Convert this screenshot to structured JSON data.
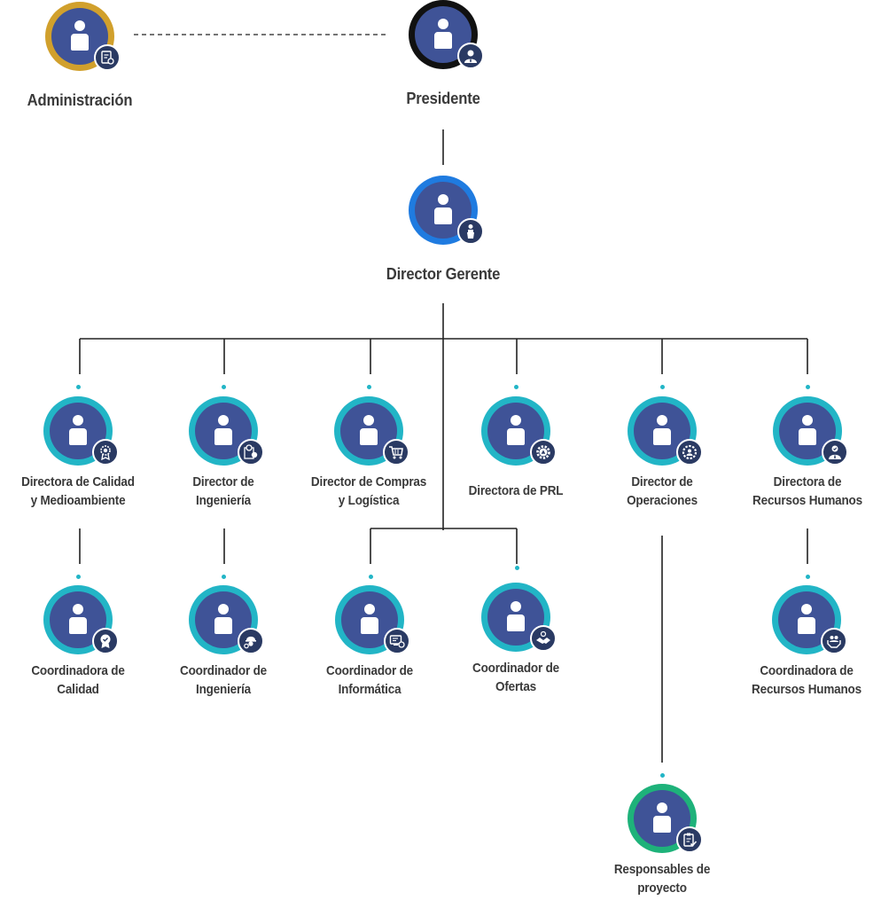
{
  "diagram": {
    "colors": {
      "gold": "#d1a02c",
      "black": "#111111",
      "blue": "#1f7be0",
      "teal": "#22b5c6",
      "green": "#1eb27a",
      "disc": "#3f5397",
      "badge": "#2a3a63"
    },
    "nodes": {
      "administracion": {
        "label": "Administración",
        "icon": "checklist-gear-icon"
      },
      "presidente": {
        "label": "Presidente",
        "icon": "businessman-icon"
      },
      "director_gerente": {
        "label": "Director Gerente",
        "icon": "podium-speaker-icon"
      },
      "dir_calidad": {
        "label": "Directora de Calidad\ny Medioambiente",
        "icon": "award-gear-icon"
      },
      "dir_ingenieria": {
        "label": "Director de\nIngeniería",
        "icon": "engineering-document-icon"
      },
      "dir_compras": {
        "label": "Director de Compras\ny Logística",
        "icon": "shopping-cart-icon"
      },
      "dir_prl": {
        "label": "Directora de PRL",
        "icon": "safety-gear-icon"
      },
      "dir_operaciones": {
        "label": "Director de\nOperaciones",
        "icon": "team-gear-icon"
      },
      "dir_rrhh": {
        "label": "Directora de\nRecursos Humanos",
        "icon": "verified-employee-icon"
      },
      "coord_calidad": {
        "label": "Coordinadora de\nCalidad",
        "icon": "quality-badge-icon"
      },
      "coord_ingenieria": {
        "label": "Coordinador de\nIngeniería",
        "icon": "engineer-helmet-icon"
      },
      "coord_informatica": {
        "label": "Coordinador de\nInformática",
        "icon": "computer-settings-icon"
      },
      "coord_ofertas": {
        "label": "Coordinador de\nOfertas",
        "icon": "handshake-icon"
      },
      "coord_rrhh": {
        "label": "Coordinadora de\nRecursos Humanos",
        "icon": "hands-people-icon"
      },
      "resp_proyecto": {
        "label": "Responsables de\nproyecto",
        "icon": "clipboard-check-icon"
      }
    }
  }
}
